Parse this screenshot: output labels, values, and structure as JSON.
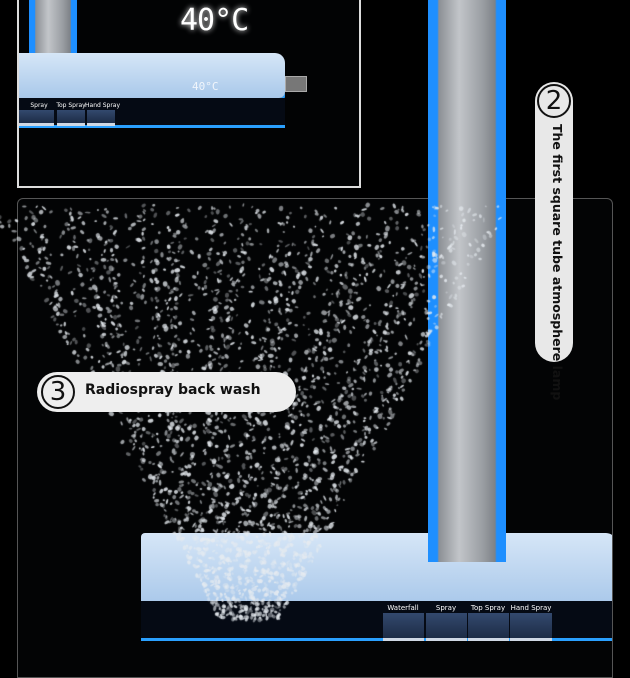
{
  "top_inset": {
    "temperature_display": "40°C",
    "temperature_reflection": "40°C",
    "buttons": [
      "Spray",
      "Top Spray",
      "Hand Spray"
    ]
  },
  "callout_2": {
    "number": "2",
    "text": "The first square tube atmosphere lamp"
  },
  "callout_3": {
    "number": "3",
    "text": "Radiospray back wash"
  },
  "control_panel": {
    "buttons": [
      "Waterfall",
      "Spray",
      "Top Spray",
      "Hand Spray"
    ]
  },
  "colors": {
    "accent_blue": "#1e8fff",
    "background": "#000000",
    "glass": "#c4dbf2"
  }
}
